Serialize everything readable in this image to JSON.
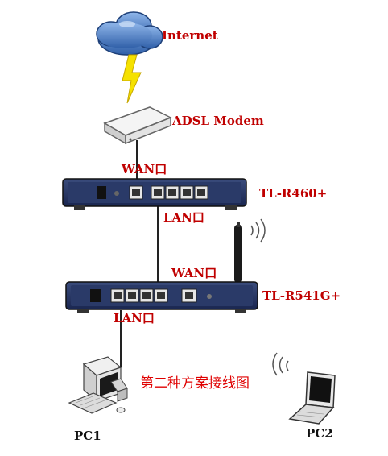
{
  "labels": {
    "internet": "Internet",
    "adsl_modem": "ADSL Modem",
    "wan_top": "WAN口",
    "router1": "TL-R460+",
    "lan_top": "LAN口",
    "wan_bottom": "WAN口",
    "router2": "TL-R541G+",
    "lan_bottom": "LAN口",
    "pc1": "PC1",
    "pc2": "PC2"
  },
  "caption": "第二种方案接线图",
  "colors": {
    "label": "#c00000",
    "caption": "#e00000",
    "router_body": "#1f2f5c",
    "cloud": "#4f82c8",
    "lightning": "#f5e100",
    "cable": "#222222"
  }
}
